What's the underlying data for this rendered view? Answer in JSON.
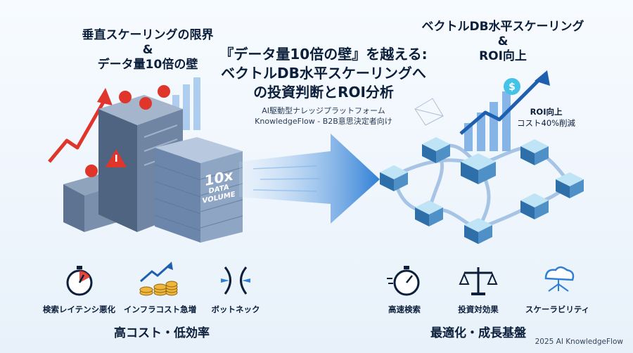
{
  "left": {
    "title_line1": "垂直スケーリングの限界",
    "title_amp": "&",
    "title_line2": "データ量10倍の壁",
    "wall_text_line1": "10x",
    "wall_text_line2": "DATA",
    "wall_text_line3": "VOLUME",
    "icons": [
      {
        "icon": "stopwatch-icon",
        "label": "検索レイテンシ悪化"
      },
      {
        "icon": "coin-stack-icon",
        "label": "インフラコスト急増"
      },
      {
        "icon": "bottleneck-icon",
        "label": "ボットネック"
      }
    ],
    "summary": "高コスト・低効率"
  },
  "center": {
    "title_line1": "『データ量10倍の壁』を越える:",
    "title_line2": "ベクトルDB水平スケーリングへ",
    "title_line3": "の投資判断とROI分析",
    "sub_line1": "AI駆動型ナレッジプラットフォーム",
    "sub_line2": "KnowledgeFlow - B2B意思決定者向け"
  },
  "right": {
    "title_line1": "ベクトルDB水平スケーリング",
    "title_amp": "&",
    "title_line2": "ROI向上",
    "roi_line1": "ROI向上",
    "roi_line2": "コスト40%削減",
    "icons": [
      {
        "icon": "fast-stopwatch-icon",
        "label": "高速検索"
      },
      {
        "icon": "balance-scale-icon",
        "label": "投資対効果"
      },
      {
        "icon": "cloud-network-icon",
        "label": "スケーラビリティ"
      }
    ],
    "summary": "最適化・成長基盤"
  },
  "footer": "2025 AI KnowledgeFlow",
  "colors": {
    "navy": "#0b1e3a",
    "blue": "#2f7fd6",
    "alert_red": "#e0352b",
    "cyan": "#45c2e8"
  }
}
